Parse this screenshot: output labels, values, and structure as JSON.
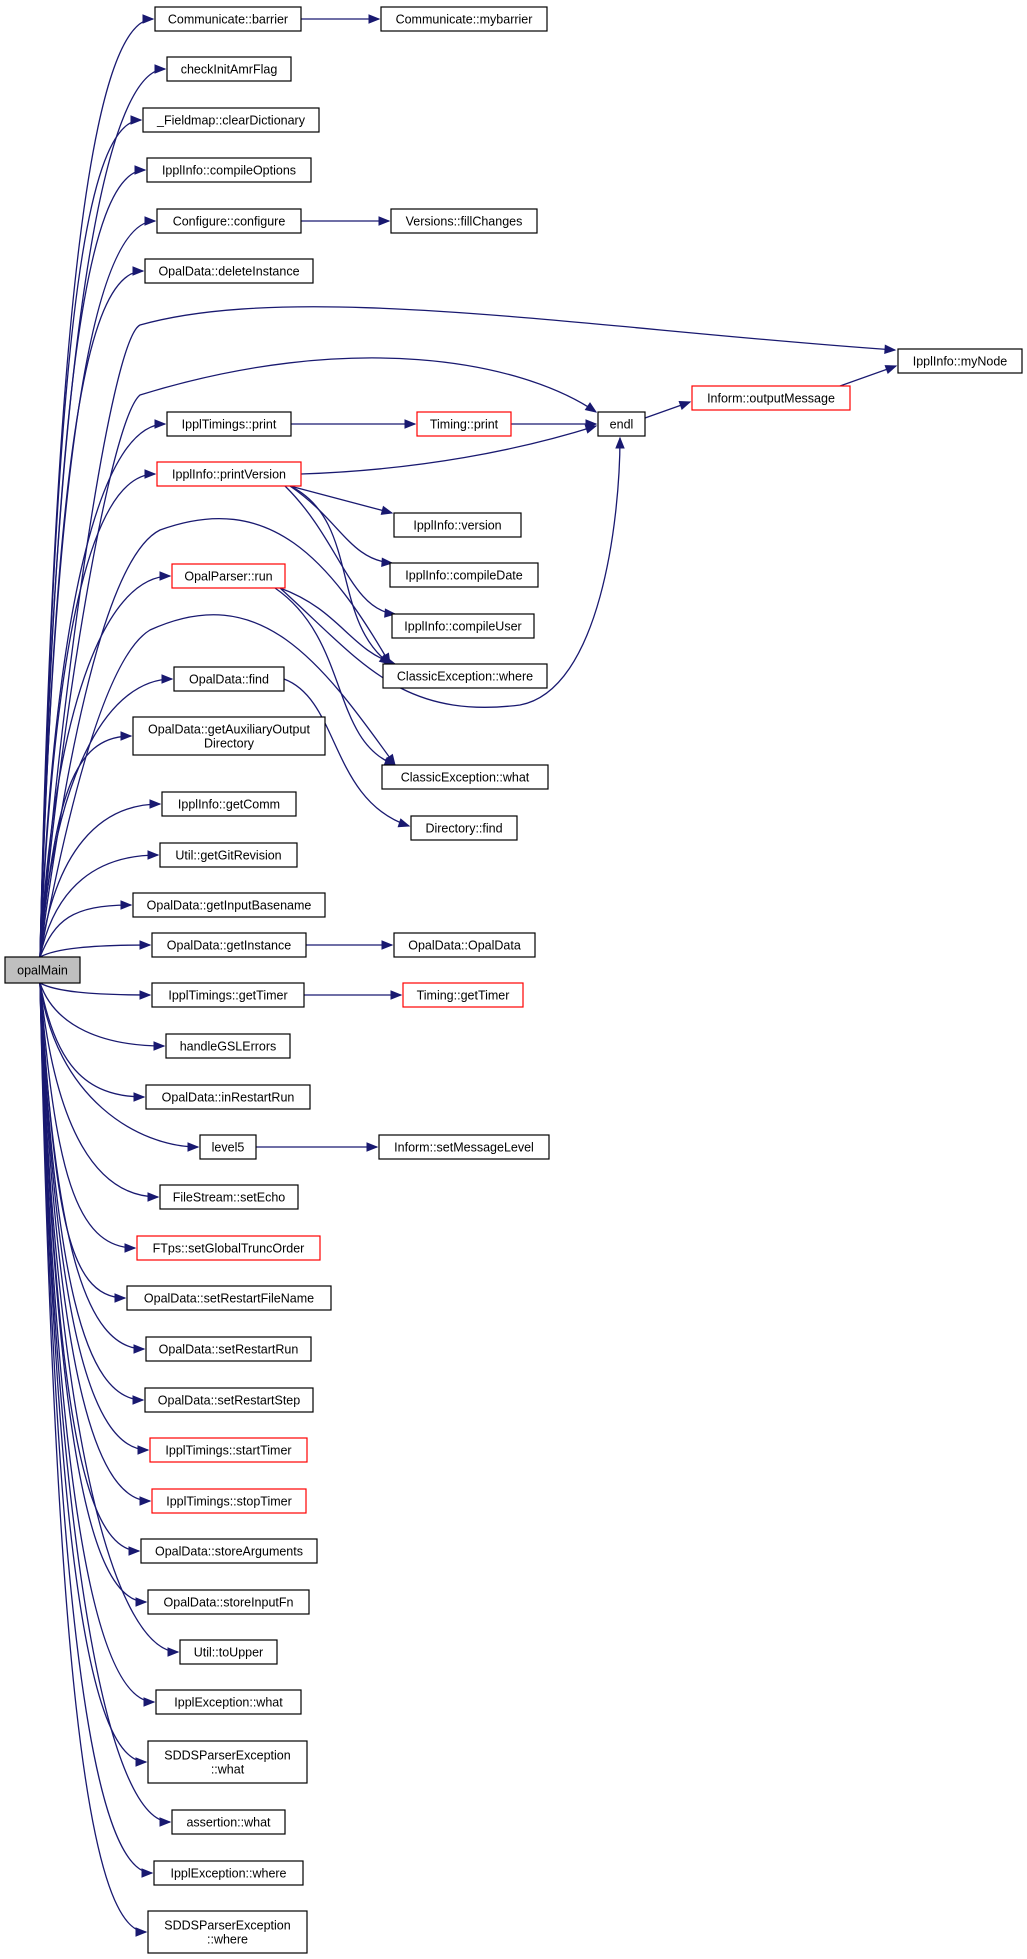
{
  "colors": {
    "edge": "#191970",
    "node_border": "#000000",
    "node_border_incomplete": "#ff0000",
    "root_fill": "#bfbfbf",
    "node_fill": "#ffffff"
  },
  "nodes": [
    {
      "id": "opalMain",
      "lines": [
        "opalMain"
      ],
      "root": true
    },
    {
      "id": "comm_barrier",
      "lines": [
        "Communicate::barrier"
      ]
    },
    {
      "id": "comm_mybarrier",
      "lines": [
        "Communicate::mybarrier"
      ]
    },
    {
      "id": "checkInitAmrFlag",
      "lines": [
        "checkInitAmrFlag"
      ]
    },
    {
      "id": "fieldmap_clear",
      "lines": [
        "_Fieldmap::clearDictionary"
      ]
    },
    {
      "id": "ippl_compileOptions",
      "lines": [
        "IpplInfo::compileOptions"
      ]
    },
    {
      "id": "configure",
      "lines": [
        "Configure::configure"
      ]
    },
    {
      "id": "fillChanges",
      "lines": [
        "Versions::fillChanges"
      ]
    },
    {
      "id": "deleteInstance",
      "lines": [
        "OpalData::deleteInstance"
      ]
    },
    {
      "id": "myNode",
      "lines": [
        "IpplInfo::myNode"
      ]
    },
    {
      "id": "outputMessage",
      "lines": [
        "Inform::outputMessage"
      ],
      "red": true
    },
    {
      "id": "endl",
      "lines": [
        "endl"
      ]
    },
    {
      "id": "ipplTimings_print",
      "lines": [
        "IpplTimings::print"
      ]
    },
    {
      "id": "timing_print",
      "lines": [
        "Timing::print"
      ],
      "red": true
    },
    {
      "id": "printVersion",
      "lines": [
        "IpplInfo::printVersion"
      ],
      "red": true
    },
    {
      "id": "ippl_version",
      "lines": [
        "IpplInfo::version"
      ]
    },
    {
      "id": "compileDate",
      "lines": [
        "IpplInfo::compileDate"
      ]
    },
    {
      "id": "compileUser",
      "lines": [
        "IpplInfo::compileUser"
      ]
    },
    {
      "id": "opalParser_run",
      "lines": [
        "OpalParser::run"
      ],
      "red": true
    },
    {
      "id": "classicEx_where",
      "lines": [
        "ClassicException::where"
      ]
    },
    {
      "id": "opalData_find",
      "lines": [
        "OpalData::find"
      ]
    },
    {
      "id": "classicEx_what",
      "lines": [
        "ClassicException::what"
      ]
    },
    {
      "id": "directory_find",
      "lines": [
        "Directory::find"
      ]
    },
    {
      "id": "getAuxOutDir",
      "lines": [
        "OpalData::getAuxiliaryOutput",
        "Directory"
      ]
    },
    {
      "id": "getComm",
      "lines": [
        "IpplInfo::getComm"
      ]
    },
    {
      "id": "getGitRevision",
      "lines": [
        "Util::getGitRevision"
      ]
    },
    {
      "id": "getInputBasename",
      "lines": [
        "OpalData::getInputBasename"
      ]
    },
    {
      "id": "getInstance",
      "lines": [
        "OpalData::getInstance"
      ]
    },
    {
      "id": "opalData_ctor",
      "lines": [
        "OpalData::OpalData"
      ]
    },
    {
      "id": "ipplTimings_getTimer",
      "lines": [
        "IpplTimings::getTimer"
      ]
    },
    {
      "id": "timing_getTimer",
      "lines": [
        "Timing::getTimer"
      ],
      "red": true
    },
    {
      "id": "handleGSLErrors",
      "lines": [
        "handleGSLErrors"
      ]
    },
    {
      "id": "inRestartRun",
      "lines": [
        "OpalData::inRestartRun"
      ]
    },
    {
      "id": "level5",
      "lines": [
        "level5"
      ]
    },
    {
      "id": "setMessageLevel",
      "lines": [
        "Inform::setMessageLevel"
      ]
    },
    {
      "id": "setEcho",
      "lines": [
        "FileStream::setEcho"
      ]
    },
    {
      "id": "setGlobalTruncOrder",
      "lines": [
        "FTps::setGlobalTruncOrder"
      ],
      "red": true
    },
    {
      "id": "setRestartFileName",
      "lines": [
        "OpalData::setRestartFileName"
      ]
    },
    {
      "id": "setRestartRun",
      "lines": [
        "OpalData::setRestartRun"
      ]
    },
    {
      "id": "setRestartStep",
      "lines": [
        "OpalData::setRestartStep"
      ]
    },
    {
      "id": "startTimer",
      "lines": [
        "IpplTimings::startTimer"
      ],
      "red": true
    },
    {
      "id": "stopTimer",
      "lines": [
        "IpplTimings::stopTimer"
      ],
      "red": true
    },
    {
      "id": "storeArguments",
      "lines": [
        "OpalData::storeArguments"
      ]
    },
    {
      "id": "storeInputFn",
      "lines": [
        "OpalData::storeInputFn"
      ]
    },
    {
      "id": "toUpper",
      "lines": [
        "Util::toUpper"
      ]
    },
    {
      "id": "ipplEx_what",
      "lines": [
        "IpplException::what"
      ]
    },
    {
      "id": "sddsEx_what",
      "lines": [
        "SDDSParserException",
        "::what"
      ]
    },
    {
      "id": "assertion_what",
      "lines": [
        "assertion::what"
      ]
    },
    {
      "id": "ipplEx_where",
      "lines": [
        "IpplException::where"
      ]
    },
    {
      "id": "sddsEx_where",
      "lines": [
        "SDDSParserException",
        "::where"
      ]
    }
  ],
  "edges": [
    [
      "opalMain",
      "comm_barrier"
    ],
    [
      "comm_barrier",
      "comm_mybarrier"
    ],
    [
      "opalMain",
      "checkInitAmrFlag"
    ],
    [
      "opalMain",
      "fieldmap_clear"
    ],
    [
      "opalMain",
      "ippl_compileOptions"
    ],
    [
      "opalMain",
      "configure"
    ],
    [
      "configure",
      "fillChanges"
    ],
    [
      "opalMain",
      "deleteInstance"
    ],
    [
      "opalMain",
      "myNode"
    ],
    [
      "opalMain",
      "endl"
    ],
    [
      "opalMain",
      "ipplTimings_print"
    ],
    [
      "ipplTimings_print",
      "timing_print"
    ],
    [
      "timing_print",
      "endl"
    ],
    [
      "endl",
      "outputMessage"
    ],
    [
      "outputMessage",
      "myNode"
    ],
    [
      "opalMain",
      "printVersion"
    ],
    [
      "printVersion",
      "endl"
    ],
    [
      "printVersion",
      "ippl_version"
    ],
    [
      "printVersion",
      "compileDate"
    ],
    [
      "printVersion",
      "compileUser"
    ],
    [
      "printVersion",
      "classicEx_where"
    ],
    [
      "opalMain",
      "classicEx_where"
    ],
    [
      "opalMain",
      "opalParser_run"
    ],
    [
      "opalParser_run",
      "classicEx_where"
    ],
    [
      "opalParser_run",
      "classicEx_what"
    ],
    [
      "opalMain",
      "classicEx_what"
    ],
    [
      "opalParser_run",
      "endl"
    ],
    [
      "opalMain",
      "opalData_find"
    ],
    [
      "opalData_find",
      "directory_find"
    ],
    [
      "opalMain",
      "getAuxOutDir"
    ],
    [
      "opalMain",
      "getComm"
    ],
    [
      "opalMain",
      "getGitRevision"
    ],
    [
      "opalMain",
      "getInputBasename"
    ],
    [
      "opalMain",
      "getInstance"
    ],
    [
      "getInstance",
      "opalData_ctor"
    ],
    [
      "opalMain",
      "ipplTimings_getTimer"
    ],
    [
      "ipplTimings_getTimer",
      "timing_getTimer"
    ],
    [
      "opalMain",
      "handleGSLErrors"
    ],
    [
      "opalMain",
      "inRestartRun"
    ],
    [
      "opalMain",
      "level5"
    ],
    [
      "level5",
      "setMessageLevel"
    ],
    [
      "opalMain",
      "setEcho"
    ],
    [
      "opalMain",
      "setGlobalTruncOrder"
    ],
    [
      "opalMain",
      "setRestartFileName"
    ],
    [
      "opalMain",
      "setRestartRun"
    ],
    [
      "opalMain",
      "setRestartStep"
    ],
    [
      "opalMain",
      "startTimer"
    ],
    [
      "opalMain",
      "stopTimer"
    ],
    [
      "opalMain",
      "storeArguments"
    ],
    [
      "opalMain",
      "storeInputFn"
    ],
    [
      "opalMain",
      "toUpper"
    ],
    [
      "opalMain",
      "ipplEx_what"
    ],
    [
      "opalMain",
      "sddsEx_what"
    ],
    [
      "opalMain",
      "assertion_what"
    ],
    [
      "opalMain",
      "ipplEx_where"
    ],
    [
      "opalMain",
      "sddsEx_where"
    ]
  ]
}
